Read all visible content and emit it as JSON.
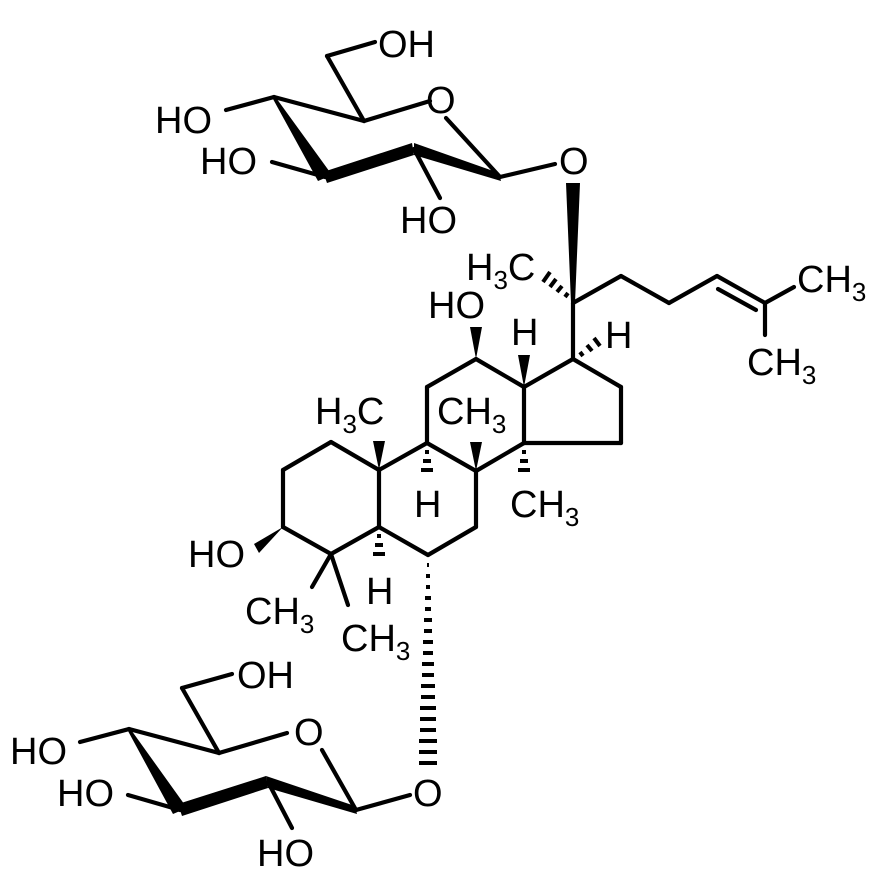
{
  "diagram": {
    "type": "chemical-structure",
    "compound_class": "dammarane triterpene glycoside (ginsenoside, bis-glucoside)",
    "background": "#ffffff",
    "ink": "#000000"
  },
  "labels": {
    "top_sugar": {
      "oh6": "OH",
      "ho4": "HO",
      "ho3": "HO",
      "ho2": "HO",
      "ring_o": "O",
      "glycosidic_o": "O"
    },
    "side_chain": {
      "c21_methyl": "H3C",
      "c26_methyl": "CH3",
      "c27_methyl": "CH3",
      "h17": "H"
    },
    "core": {
      "ho12": "HO",
      "h13": "H",
      "c19_methyl": "H3C",
      "c18_methyl": "CH3",
      "h9": "H",
      "c30_methyl": "CH3",
      "ho3": "HO",
      "h5": "H",
      "c28_methyl": "CH3",
      "c29_methyl": "CH3"
    },
    "bottom_sugar": {
      "oh6": "OH",
      "ho4": "HO",
      "ho3": "HO",
      "ho2": "HO",
      "ring_o": "O",
      "glycosidic_o": "O"
    }
  }
}
